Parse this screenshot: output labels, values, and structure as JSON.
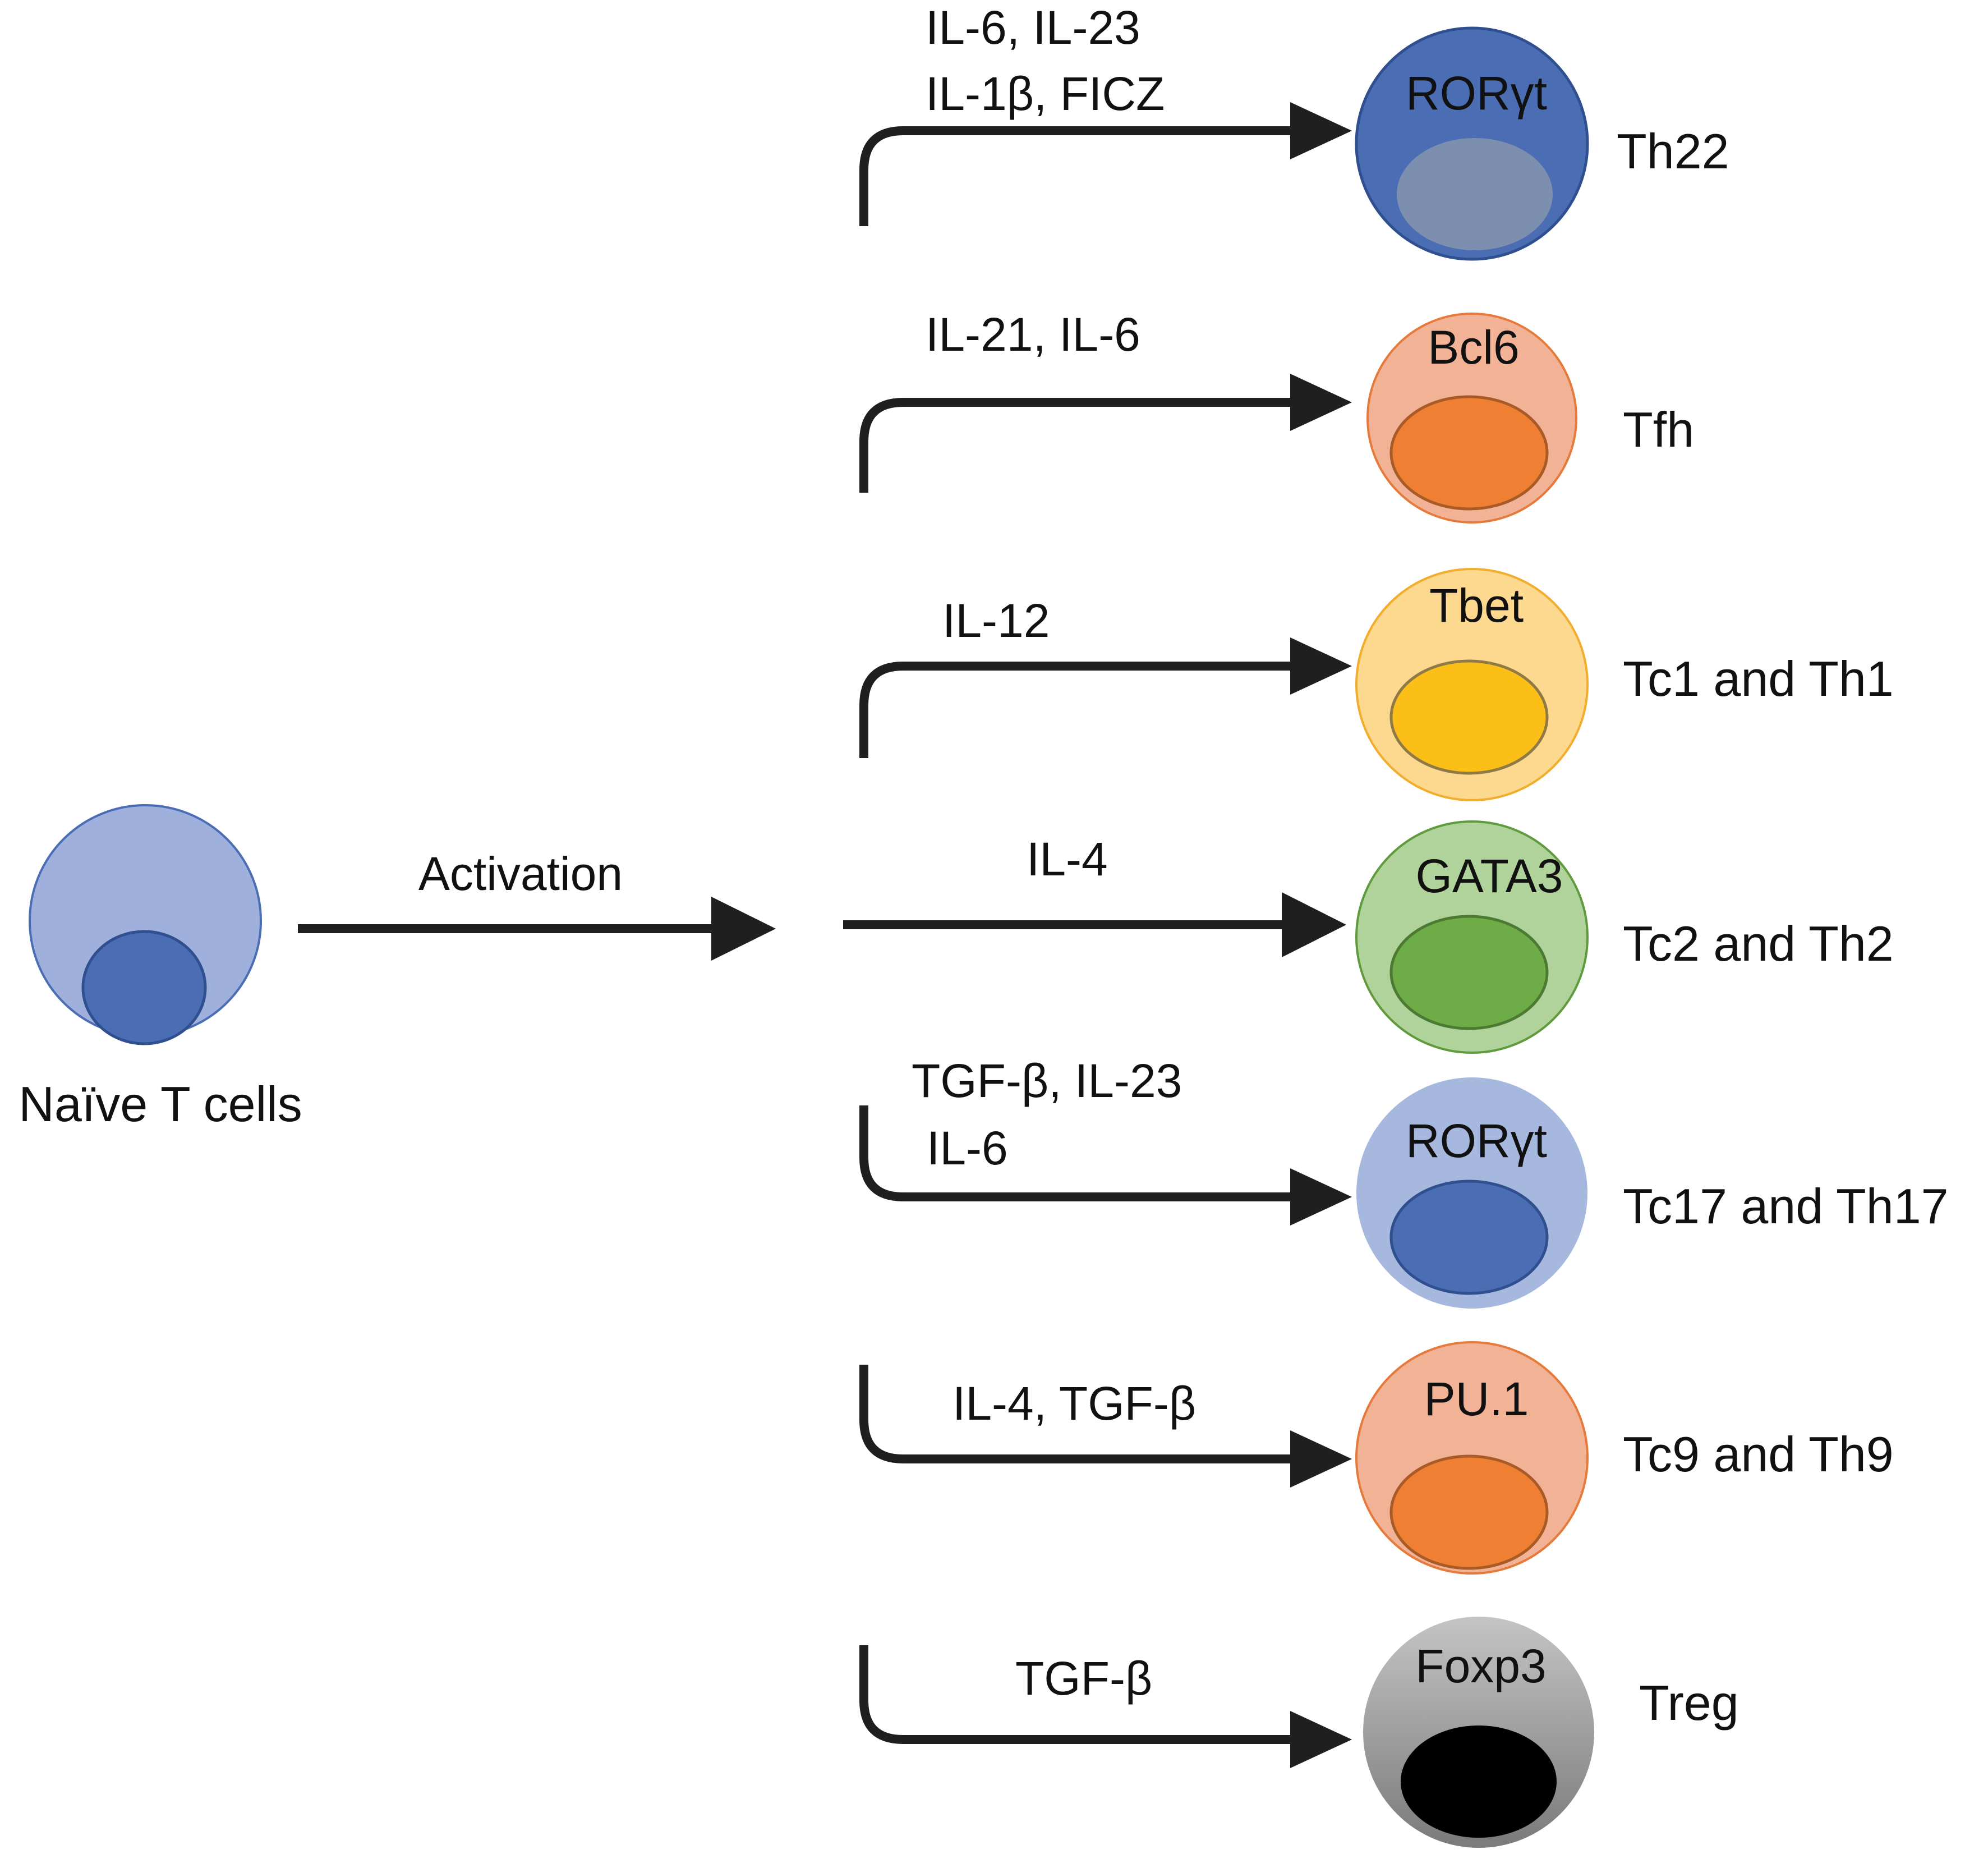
{
  "naive": {
    "label": "Naïve T cells",
    "outer_color": "#9fb0dc",
    "inner_color": "#4a6db4",
    "arrow_label": "Activation"
  },
  "branches": [
    {
      "id": "th22",
      "cytokine_lines": [
        "IL-6, IL-23",
        "IL-1β, FICZ"
      ],
      "factor": "RORγt",
      "cell": "Th22",
      "outer_color": "#4a6db4",
      "inner_color": "#7d8fae",
      "direction": "up"
    },
    {
      "id": "tfh",
      "cytokine_lines": [
        "IL-21, IL-6"
      ],
      "factor": "Bcl6",
      "cell": "Tfh",
      "outer_color": "#f2b296",
      "inner_color": "#ee7f33",
      "direction": "up"
    },
    {
      "id": "tc1-th1",
      "cytokine_lines": [
        "IL-12"
      ],
      "factor": "Tbet",
      "cell": "Tc1 and Th1",
      "outer_color": "#fdd88f",
      "inner_color": "#fbbf17",
      "direction": "up"
    },
    {
      "id": "tc2-th2",
      "cytokine_lines": [
        "IL-4"
      ],
      "factor": "GATA3",
      "cell": "Tc2 and Th2",
      "outer_color": "#afd39a",
      "inner_color": "#6dac46",
      "direction": "straight"
    },
    {
      "id": "tc17-th17",
      "cytokine_lines": [
        "TGF-β, IL-23",
        "IL-6"
      ],
      "factor": "RORγt",
      "cell": "Tc17 and Th17",
      "outer_color": "#a6b8de",
      "inner_color": "#4a6db4",
      "direction": "down"
    },
    {
      "id": "tc9-th9",
      "cytokine_lines": [
        "IL-4, TGF-β"
      ],
      "factor": "PU.1",
      "cell": "Tc9 and Th9",
      "outer_color": "#f2b296",
      "inner_color": "#ee7f33",
      "direction": "down"
    },
    {
      "id": "treg",
      "cytokine_lines": [
        "TGF-β"
      ],
      "factor": "Foxp3",
      "cell": "Treg",
      "outer_color_top": "#c4c4c4",
      "outer_color_bottom": "#7a7a7a",
      "inner_color": "#000000",
      "direction": "down"
    }
  ]
}
